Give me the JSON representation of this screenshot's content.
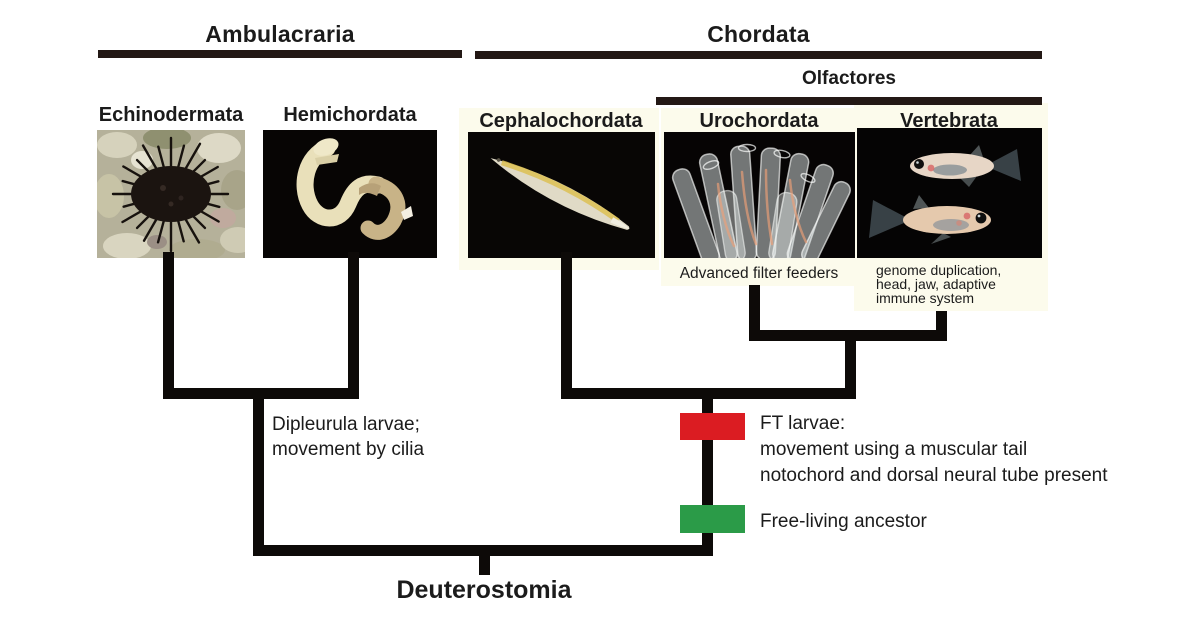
{
  "figure": {
    "root_label": "Deuterostomia"
  },
  "clades": {
    "ambulacraria": "Ambulacraria",
    "chordata": "Chordata",
    "olfactores": "Olfactores"
  },
  "taxa": [
    {
      "label": "Echinodermata",
      "photo": "sea-urchin-photo"
    },
    {
      "label": "Hemichordata",
      "photo": "acorn-worm-photo"
    },
    {
      "label": "Cephalochordata",
      "photo": "amphioxus-lancelet-photo"
    },
    {
      "label": "Urochordata",
      "photo": "tunicate-colony-photo",
      "caption": "Advanced filter feeders"
    },
    {
      "label": "Vertebrata",
      "photo": "medaka-fish-pair-photo",
      "caption_lines": [
        "genome duplication,",
        "head, jaw, adaptive",
        "immune system"
      ]
    }
  ],
  "annotations": {
    "dipleurula": {
      "lines": [
        "Dipleurula larvae;",
        "movement by cilia"
      ]
    },
    "ft_larvae": {
      "marker": "red-rectangle",
      "marker_color": "#db1c22",
      "lines": [
        "FT larvae:",
        "movement using a muscular tail",
        "notochord and dorsal neural tube present"
      ]
    },
    "free_living": {
      "marker": "green-rectangle",
      "marker_color": "#2b9b48",
      "label": "Free-living ancestor"
    }
  },
  "colors": {
    "background": "#ffffff",
    "clade_bar": "#231815",
    "tree_line": "#0d0a08",
    "red_marker": "#db1c22",
    "green_marker": "#2b9b48",
    "highlight_panel": "#fcfbec",
    "text": "#1b1b1b"
  }
}
